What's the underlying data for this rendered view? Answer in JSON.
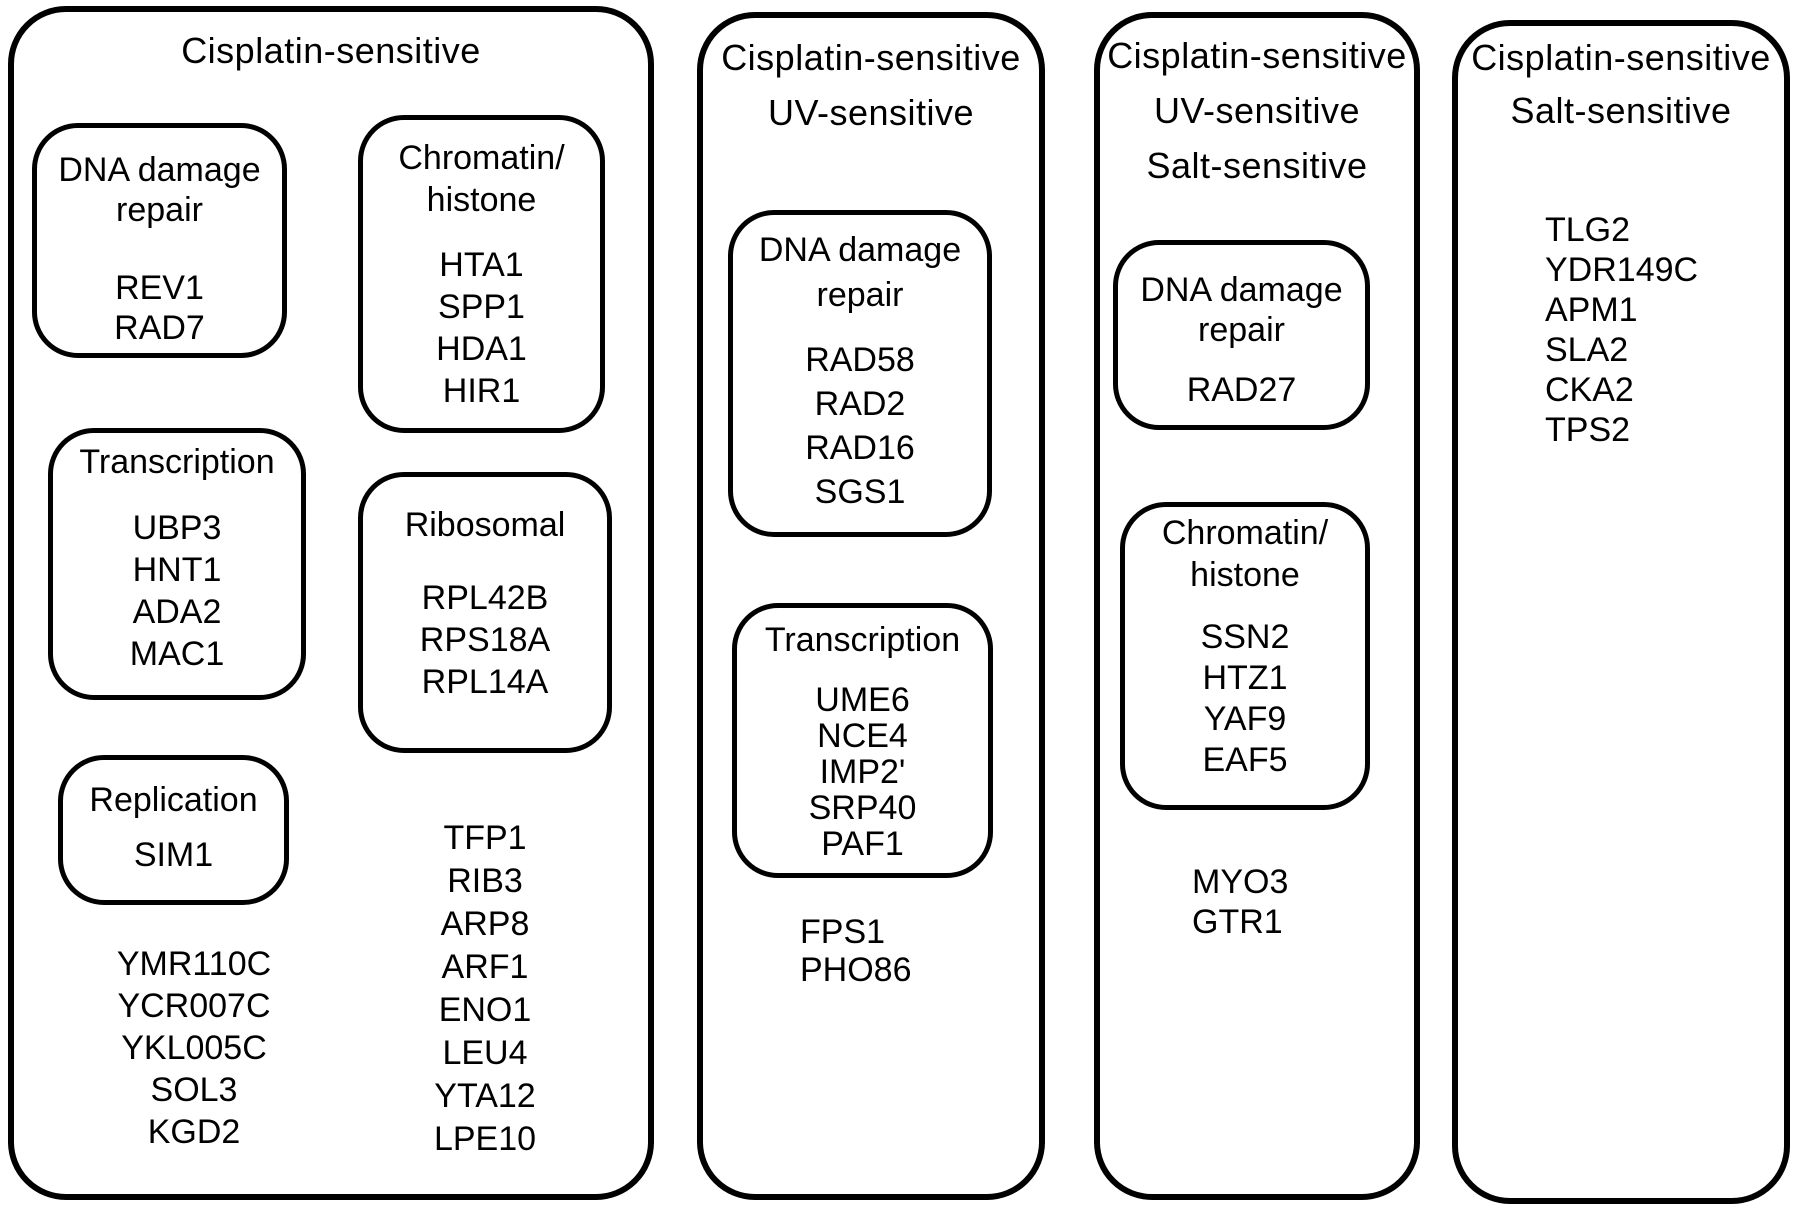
{
  "figure": {
    "background_color": "#ffffff",
    "line_color": "#000000"
  },
  "panels": [
    {
      "title_lines": [
        "Cisplatin-sensitive"
      ],
      "groups": [
        {
          "title_lines": [
            "DNA damage",
            "repair"
          ],
          "genes": [
            "REV1",
            "RAD7"
          ]
        },
        {
          "title_lines": [
            "Chromatin/",
            "histone"
          ],
          "genes": [
            "HTA1",
            "SPP1",
            "HDA1",
            "HIR1"
          ]
        },
        {
          "title_lines": [
            "Transcription"
          ],
          "genes": [
            "UBP3",
            "HNT1",
            "ADA2",
            "MAC1"
          ]
        },
        {
          "title_lines": [
            "Ribosomal"
          ],
          "genes": [
            "RPL42B",
            "RPS18A",
            "RPL14A"
          ]
        },
        {
          "title_lines": [
            "Replication"
          ],
          "genes": [
            "SIM1"
          ]
        }
      ],
      "loose_genes_left": [
        "YMR110C",
        "YCR007C",
        "YKL005C",
        "SOL3",
        "KGD2"
      ],
      "loose_genes_right": [
        "TFP1",
        "RIB3",
        "ARP8",
        "ARF1",
        "ENO1",
        "LEU4",
        "YTA12",
        "LPE10"
      ]
    },
    {
      "title_lines": [
        "Cisplatin-sensitive",
        "UV-sensitive"
      ],
      "groups": [
        {
          "title_lines": [
            "DNA damage",
            "repair"
          ],
          "genes": [
            "RAD58",
            "RAD2",
            "RAD16",
            "SGS1"
          ]
        },
        {
          "title_lines": [
            "Transcription"
          ],
          "genes": [
            "UME6",
            "NCE4",
            "IMP2'",
            "SRP40",
            "PAF1"
          ]
        }
      ],
      "loose_genes": [
        "FPS1",
        "PHO86"
      ]
    },
    {
      "title_lines": [
        "Cisplatin-sensitive",
        "UV-sensitive",
        "Salt-sensitive"
      ],
      "groups": [
        {
          "title_lines": [
            "DNA damage",
            "repair"
          ],
          "genes": [
            "RAD27"
          ]
        },
        {
          "title_lines": [
            "Chromatin/",
            "histone"
          ],
          "genes": [
            "SSN2",
            "HTZ1",
            "YAF9",
            "EAF5"
          ]
        }
      ],
      "loose_genes": [
        "MYO3",
        "GTR1"
      ]
    },
    {
      "title_lines": [
        "Cisplatin-sensitive",
        "Salt-sensitive"
      ],
      "groups": [],
      "loose_genes": [
        "TLG2",
        "YDR149C",
        "APM1",
        "SLA2",
        "CKA2",
        "TPS2"
      ]
    }
  ]
}
